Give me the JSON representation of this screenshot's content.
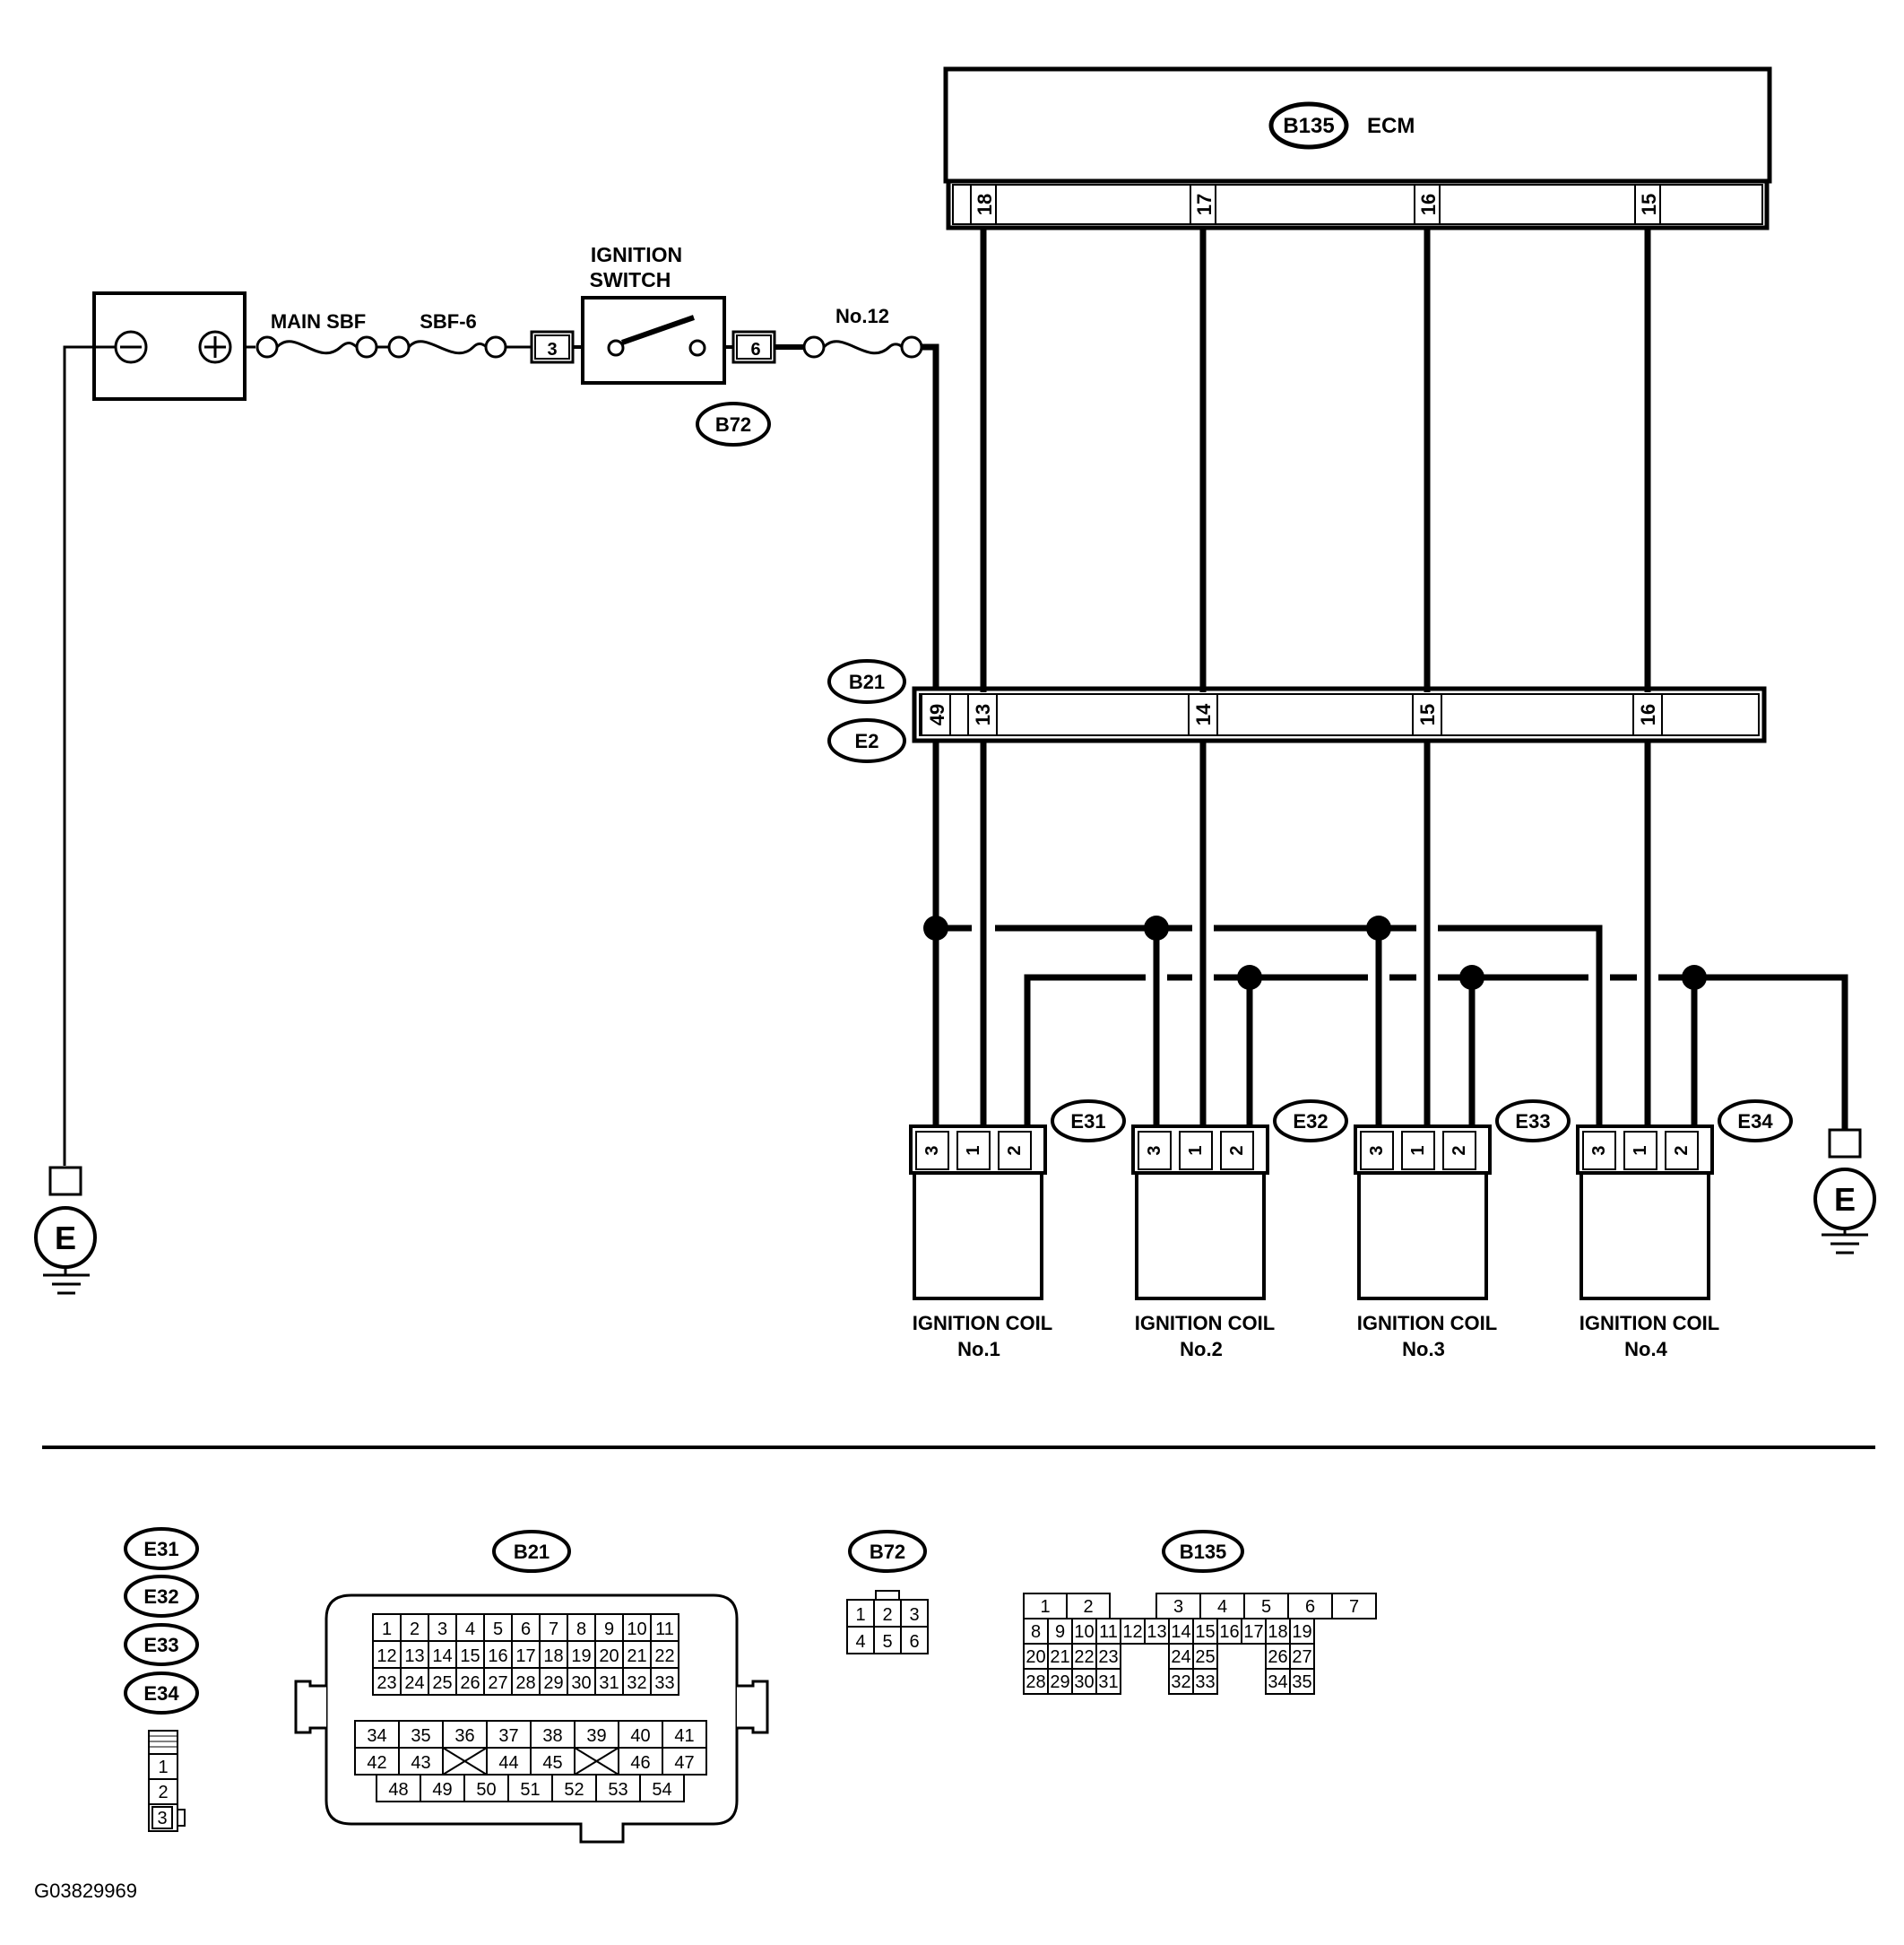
{
  "ecm": {
    "connector": "B135",
    "label": "ECM",
    "pins": [
      "18",
      "17",
      "16",
      "15"
    ]
  },
  "ignition_switch": {
    "label_line1": "IGNITION",
    "label_line2": "SWITCH",
    "connector": "B72",
    "pin_in": "3",
    "pin_out": "6"
  },
  "fuses": {
    "main": "MAIN SBF",
    "sbf": "SBF-6",
    "no12": "No.12"
  },
  "battery": {
    "neg": "⊖",
    "pos": "⊕"
  },
  "ground": {
    "label": "E"
  },
  "junction": {
    "top": "B21",
    "bottom": "E2",
    "pins": [
      "49",
      "13",
      "14",
      "15",
      "16"
    ]
  },
  "coils": [
    {
      "connector": "E31",
      "pins": [
        "3",
        "1",
        "2"
      ],
      "label_line1": "IGNITION COIL",
      "label_line2": "No.1"
    },
    {
      "connector": "E32",
      "pins": [
        "3",
        "1",
        "2"
      ],
      "label_line1": "IGNITION COIL",
      "label_line2": "No.2"
    },
    {
      "connector": "E33",
      "pins": [
        "3",
        "1",
        "2"
      ],
      "label_line1": "IGNITION COIL",
      "label_line2": "No.3"
    },
    {
      "connector": "E34",
      "pins": [
        "3",
        "1",
        "2"
      ],
      "label_line1": "IGNITION COIL",
      "label_line2": "No.4"
    }
  ],
  "legend": {
    "e_connectors": [
      "E31",
      "E32",
      "E33",
      "E34"
    ],
    "e_pins": [
      "1",
      "2",
      "3"
    ],
    "b21": {
      "label": "B21",
      "rows": [
        [
          "1",
          "2",
          "3",
          "4",
          "5",
          "6",
          "7",
          "8",
          "9",
          "10",
          "11"
        ],
        [
          "12",
          "13",
          "14",
          "15",
          "16",
          "17",
          "18",
          "19",
          "20",
          "21",
          "22"
        ],
        [
          "23",
          "24",
          "25",
          "26",
          "27",
          "28",
          "29",
          "30",
          "31",
          "32",
          "33"
        ],
        [
          "34",
          "35",
          "36",
          "37",
          "38",
          "39",
          "40",
          "41"
        ],
        [
          "42",
          "43",
          "",
          "44",
          "45",
          "",
          "46",
          "47"
        ],
        [
          "48",
          "49",
          "50",
          "51",
          "52",
          "53",
          "54"
        ]
      ]
    },
    "b72": {
      "label": "B72",
      "rows": [
        [
          "1",
          "2",
          "3"
        ],
        [
          "4",
          "5",
          "6"
        ]
      ]
    },
    "b135": {
      "label": "B135",
      "rows": [
        [
          "1",
          "2",
          "",
          "",
          "3",
          "4",
          "5",
          "6",
          "7"
        ],
        [
          "8",
          "9",
          "10",
          "11",
          "12",
          "13",
          "14",
          "15",
          "16",
          "17",
          "18",
          "19"
        ],
        [
          "20",
          "21",
          "22",
          "23",
          "",
          "",
          "24",
          "25",
          "",
          "",
          "26",
          "27"
        ],
        [
          "28",
          "29",
          "30",
          "31",
          "",
          "",
          "32",
          "33",
          "",
          "",
          "34",
          "35"
        ]
      ]
    }
  },
  "figure_id": "G03829969"
}
